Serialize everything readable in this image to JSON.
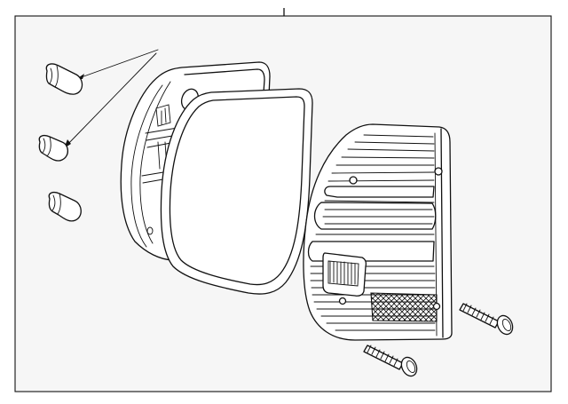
{
  "diagram": {
    "parts": [
      {
        "id": "bulb-upper",
        "icon": "bulb-icon"
      },
      {
        "id": "bulb-middle",
        "icon": "bulb-icon"
      },
      {
        "id": "bulb-lower",
        "icon": "bulb-icon"
      },
      {
        "id": "lamp-housing",
        "icon": "housing-icon"
      },
      {
        "id": "lamp-gasket",
        "icon": "gasket-icon"
      },
      {
        "id": "tail-lamp-lens",
        "icon": "lens-icon"
      },
      {
        "id": "screw-right",
        "icon": "screw-icon"
      },
      {
        "id": "screw-lower",
        "icon": "screw-icon"
      }
    ],
    "colors": {
      "line": "#111111",
      "frame_fill": "#f6f6f6",
      "background": "#ffffff"
    }
  }
}
